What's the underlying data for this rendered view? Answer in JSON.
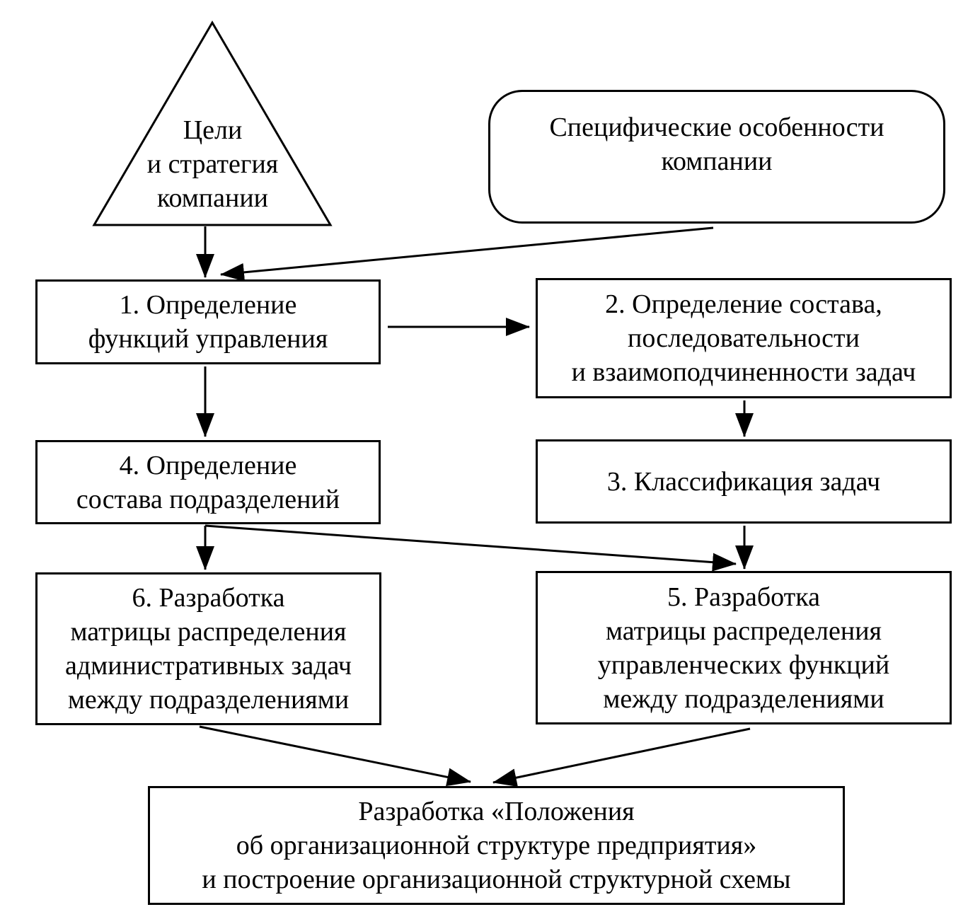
{
  "diagram": {
    "title": "",
    "nodes": [
      {
        "id": "goals",
        "shape": "triangle",
        "lines": [
          "Цели",
          "и стратегия",
          "компании"
        ]
      },
      {
        "id": "specifics",
        "shape": "rounded-rectangle",
        "lines": [
          "Специфические особенности",
          "компании"
        ]
      },
      {
        "id": "step1",
        "shape": "rectangle",
        "lines": [
          "1. Определение",
          "функций управления"
        ]
      },
      {
        "id": "step2",
        "shape": "rectangle",
        "lines": [
          "2. Определение состава,",
          "последовательности",
          "и взаимоподчиненности задач"
        ]
      },
      {
        "id": "step3",
        "shape": "rectangle",
        "lines": [
          "3. Классификация задач"
        ]
      },
      {
        "id": "step4",
        "shape": "rectangle",
        "lines": [
          "4. Определение",
          "состава подразделений"
        ]
      },
      {
        "id": "step5",
        "shape": "rectangle",
        "lines": [
          "5. Разработка",
          "матрицы распределения",
          "управленческих функций",
          "между подразделениями"
        ]
      },
      {
        "id": "step6",
        "shape": "rectangle",
        "lines": [
          "6. Разработка",
          "матрицы распределения",
          "административных задач",
          "между подразделениями"
        ]
      },
      {
        "id": "final",
        "shape": "rectangle",
        "lines": [
          "Разработка «Положения",
          "об организационной структуре предприятия»",
          "и построение организационной структурной схемы"
        ]
      }
    ],
    "edges": [
      {
        "from": "goals",
        "to": "step1"
      },
      {
        "from": "specifics",
        "to": "step1"
      },
      {
        "from": "step1",
        "to": "step2"
      },
      {
        "from": "step1",
        "to": "step4"
      },
      {
        "from": "step2",
        "to": "step3"
      },
      {
        "from": "step3",
        "to": "step5"
      },
      {
        "from": "step4",
        "to": "step5"
      },
      {
        "from": "step4",
        "to": "step6"
      },
      {
        "from": "step6",
        "to": "final"
      },
      {
        "from": "step5",
        "to": "final"
      }
    ],
    "colors": {
      "stroke": "#000000",
      "fill": "#ffffff",
      "text": "#000000"
    }
  }
}
